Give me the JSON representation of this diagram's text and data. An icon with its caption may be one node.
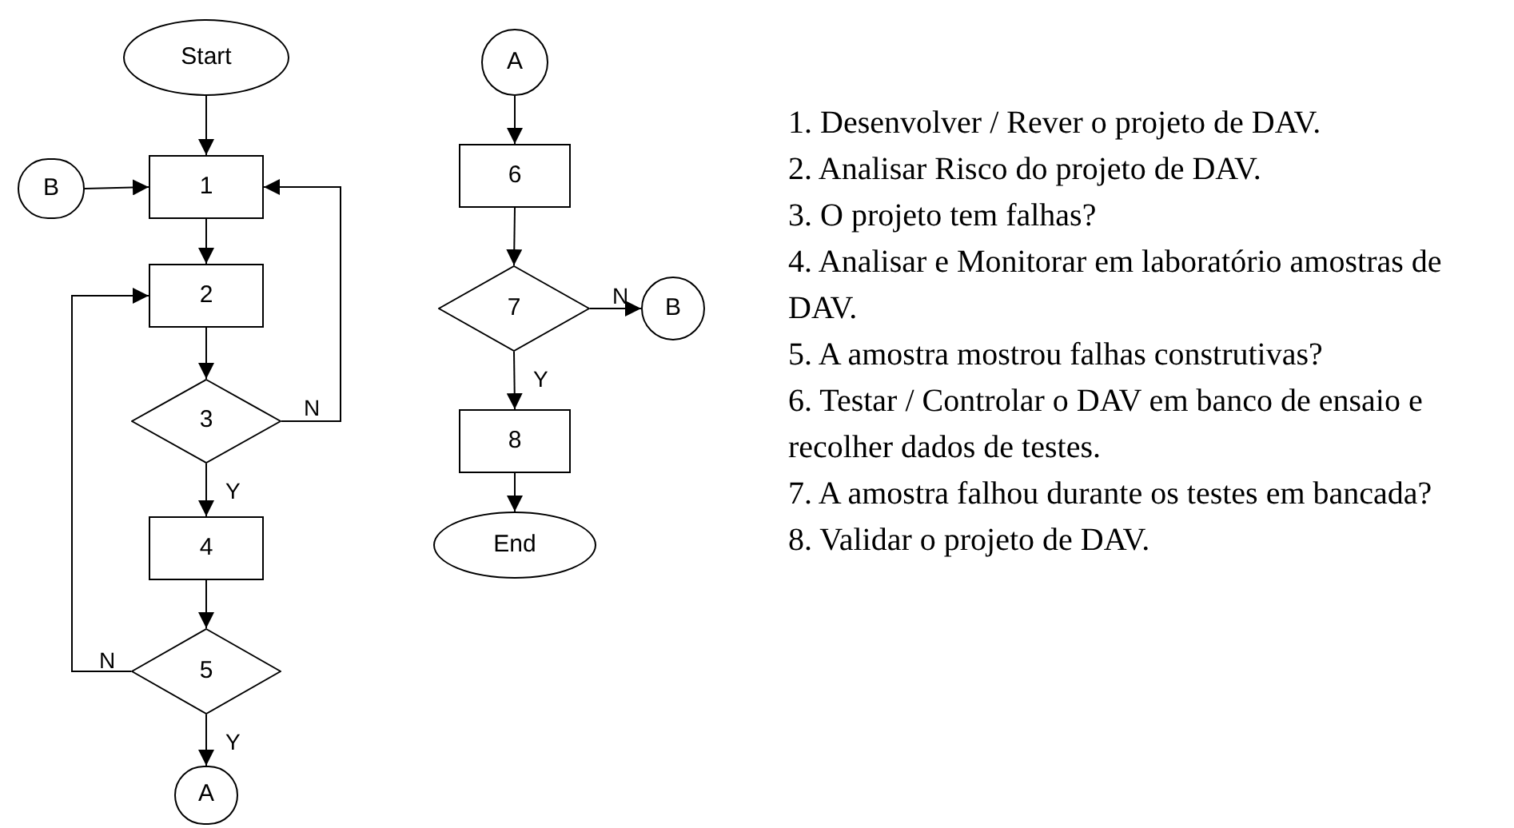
{
  "diagram": {
    "nodes": [
      {
        "text": [
          "Start"
        ]
      },
      {
        "text": [
          "B"
        ]
      },
      {
        "text": [
          "1"
        ]
      },
      {
        "text": [
          "2"
        ]
      },
      {
        "text": [
          "3"
        ]
      },
      {
        "text": [
          "4"
        ]
      },
      {
        "text": [
          "5"
        ]
      },
      {
        "text": [
          "A"
        ]
      },
      {
        "text": [
          "A"
        ]
      },
      {
        "text": [
          "6"
        ]
      },
      {
        "text": [
          "7"
        ]
      },
      {
        "text": [
          "B"
        ]
      },
      {
        "text": [
          "8"
        ]
      },
      {
        "text": [
          "End"
        ]
      }
    ],
    "edges": [
      {
        "from": 0,
        "to": 2,
        "arrow": "to"
      },
      {
        "from": 1,
        "to": 2,
        "arrow": "to"
      },
      {
        "from": 2,
        "to": 3,
        "arrow": "to"
      },
      {
        "from": 3,
        "to": 4,
        "arrow": "to"
      },
      {
        "from": 4,
        "to": 2,
        "label": "N",
        "arrow": "to"
      },
      {
        "from": 4,
        "to": 5,
        "label": "Y",
        "arrow": "to"
      },
      {
        "from": 5,
        "to": 6,
        "arrow": "to"
      },
      {
        "from": 6,
        "to": 3,
        "label": "N",
        "arrow": "to"
      },
      {
        "from": 6,
        "to": 7,
        "label": "Y",
        "arrow": "to"
      },
      {
        "from": 8,
        "to": 9,
        "arrow": "to"
      },
      {
        "from": 9,
        "to": 10,
        "arrow": "to"
      },
      {
        "from": 10,
        "to": 11,
        "label": "N",
        "arrow": "to"
      },
      {
        "from": 10,
        "to": 12,
        "label": "Y",
        "arrow": "to"
      },
      {
        "from": 12,
        "to": 13,
        "arrow": "to"
      }
    ],
    "labels": [
      "1. Desenvolver / Rever o projeto de DAV.",
      "2. Analisar Risco do projeto de DAV.",
      "3. O projeto tem falhas?",
      "4. Analisar e Monitorar em laboratório amostras de DAV.",
      "5. A amostra mostrou falhas construtivas?",
      "6. Testar / Controlar o DAV em banco de ensaio e recolher dados de testes.",
      "7. A amostra falhou durante os testes em bancada?",
      "8. Validar o projeto de DAV."
    ]
  }
}
